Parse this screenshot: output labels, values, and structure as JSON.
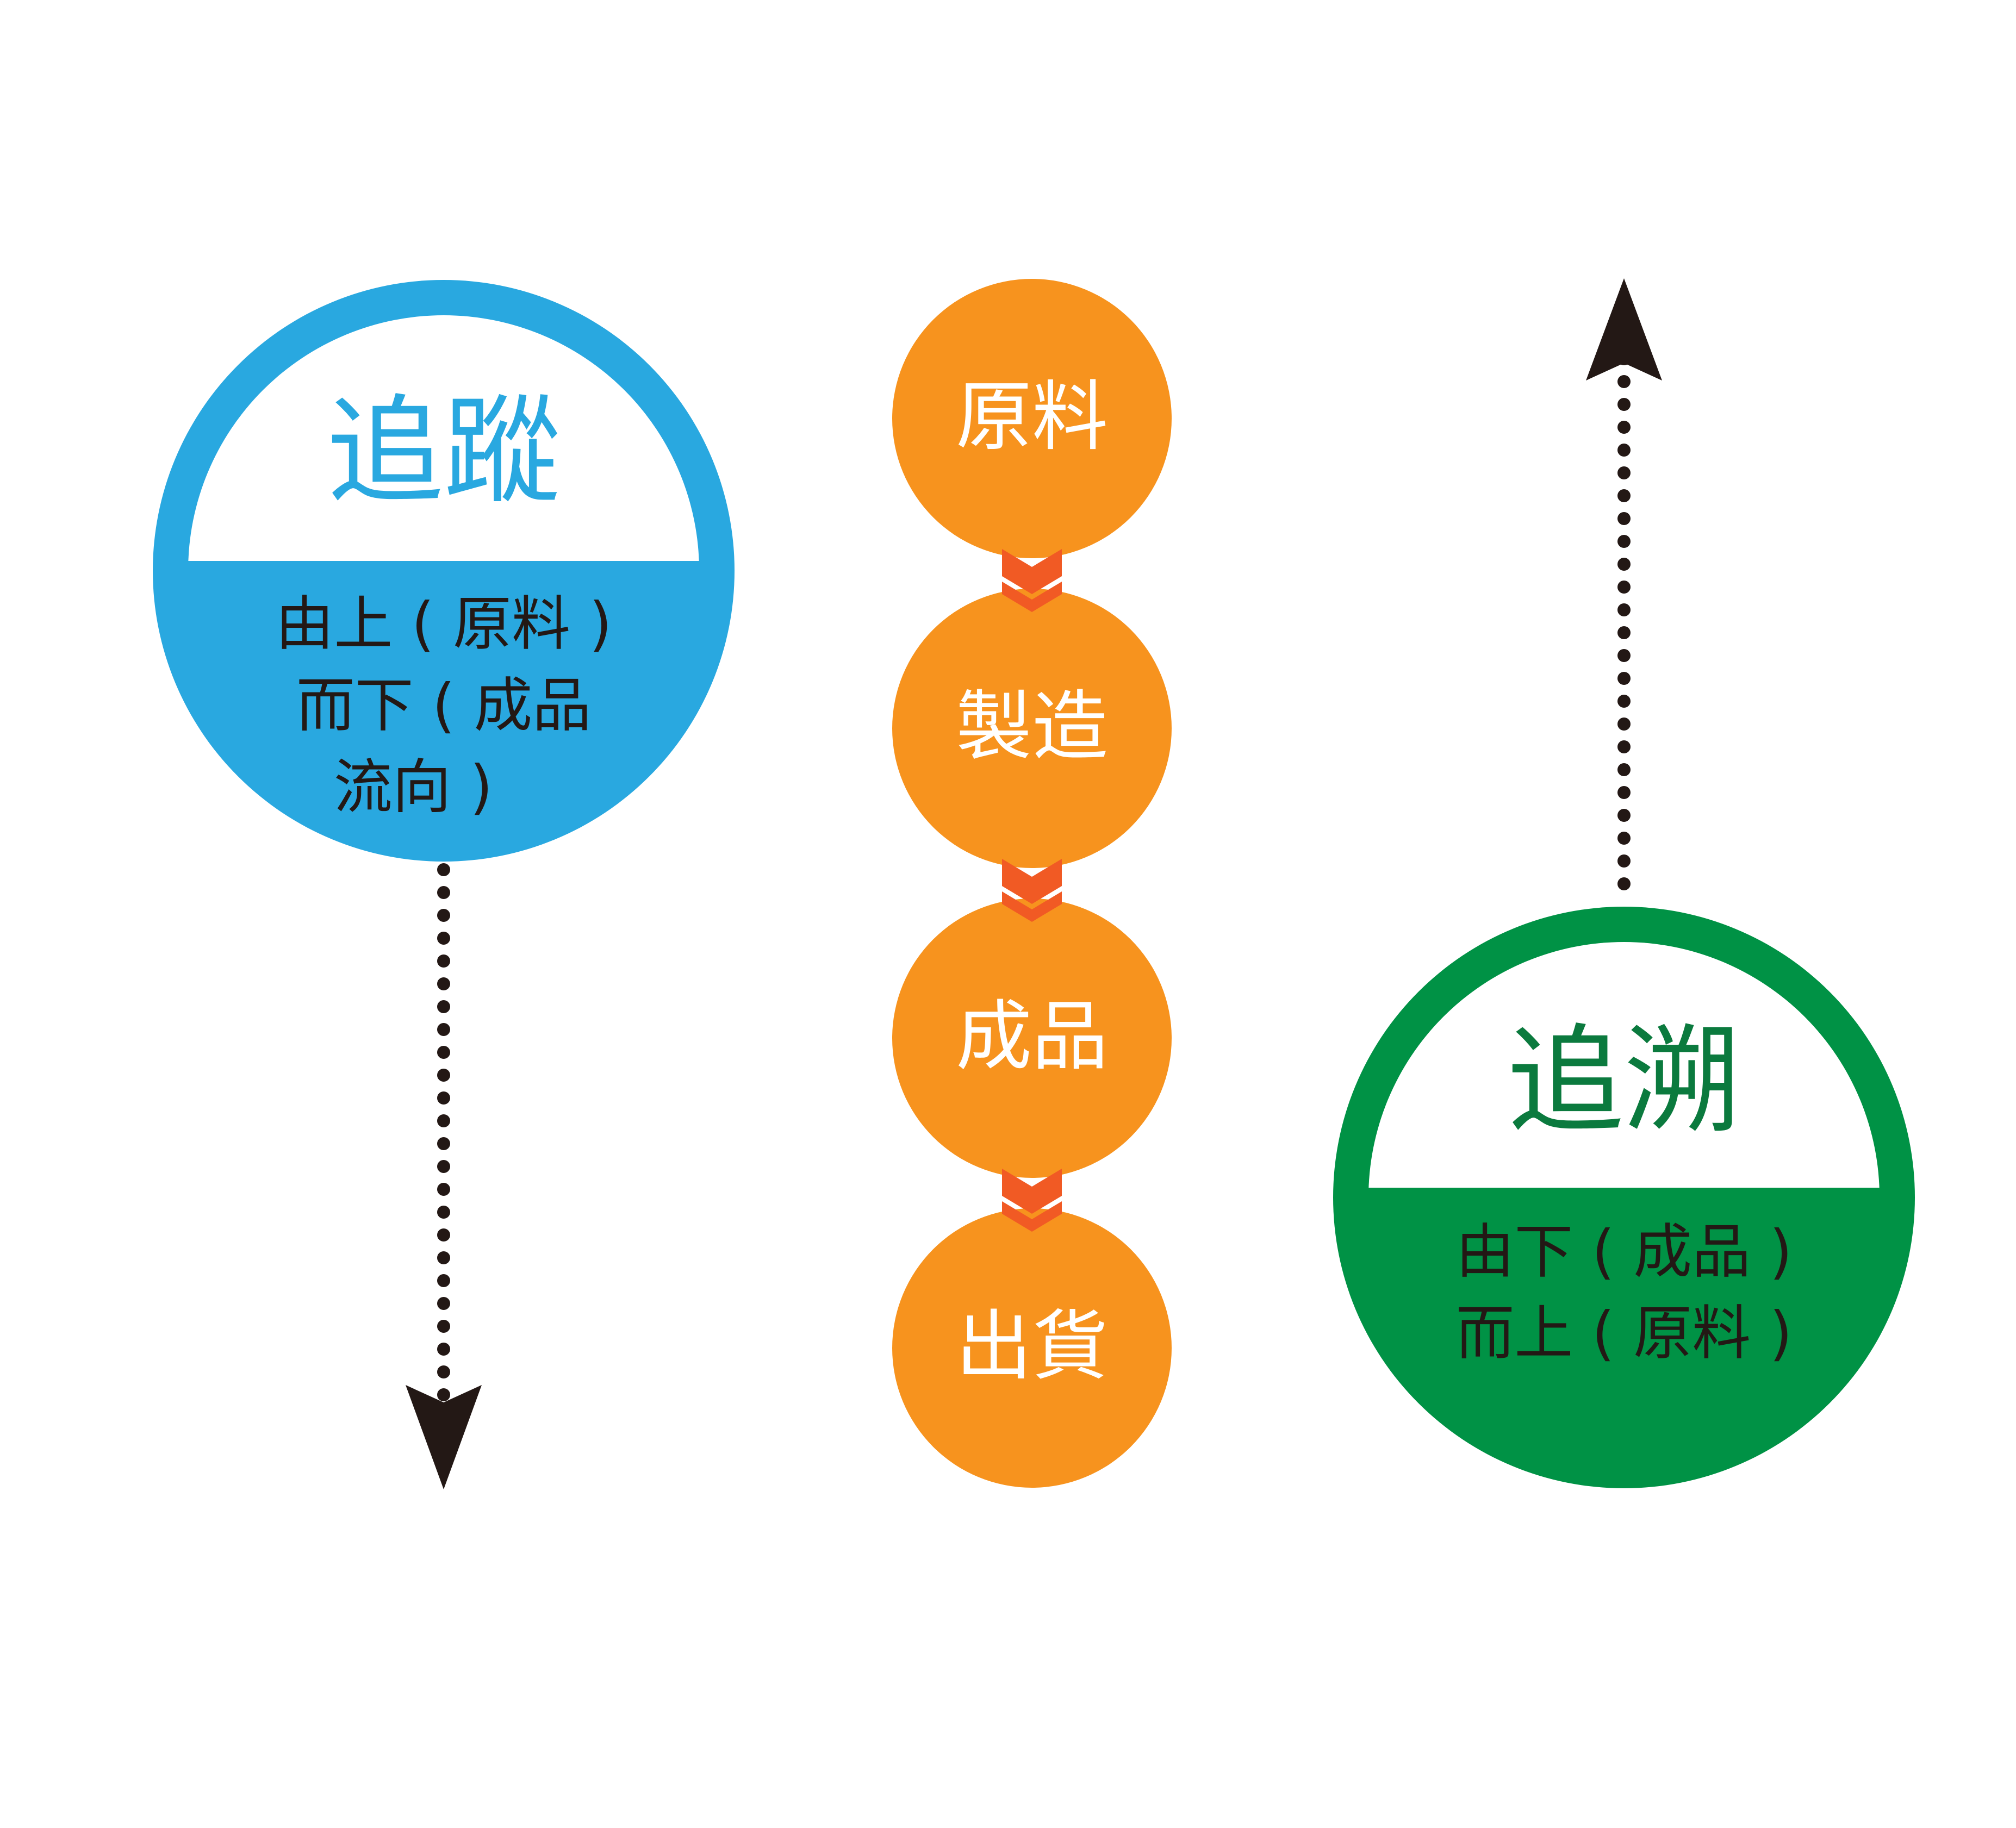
{
  "colors": {
    "background": "#ffffff",
    "tracking": "#29a8e0",
    "tracing": "#009245",
    "flow": "#f7931e",
    "chevron": "#f15a24",
    "arrow": "#231815",
    "title_text_tracking": "#29a8e0",
    "title_text_tracing": "#0b7a3e",
    "body_text": "#231815",
    "flow_text": "#ffffff"
  },
  "tracking": {
    "title": "追蹤",
    "lines": [
      "由上 ( 原料 )",
      "而下 ( 成品",
      "流向 )"
    ]
  },
  "flow": {
    "steps": [
      "原料",
      "製造",
      "成品",
      "出貨"
    ]
  },
  "tracing": {
    "title": "追溯",
    "lines": [
      "由下 ( 成品 )",
      "而上 ( 原料 )"
    ]
  },
  "icons": {
    "down_arrow": "arrow-down-icon",
    "up_arrow": "arrow-up-icon",
    "chevron": "chevron-down-icon"
  }
}
